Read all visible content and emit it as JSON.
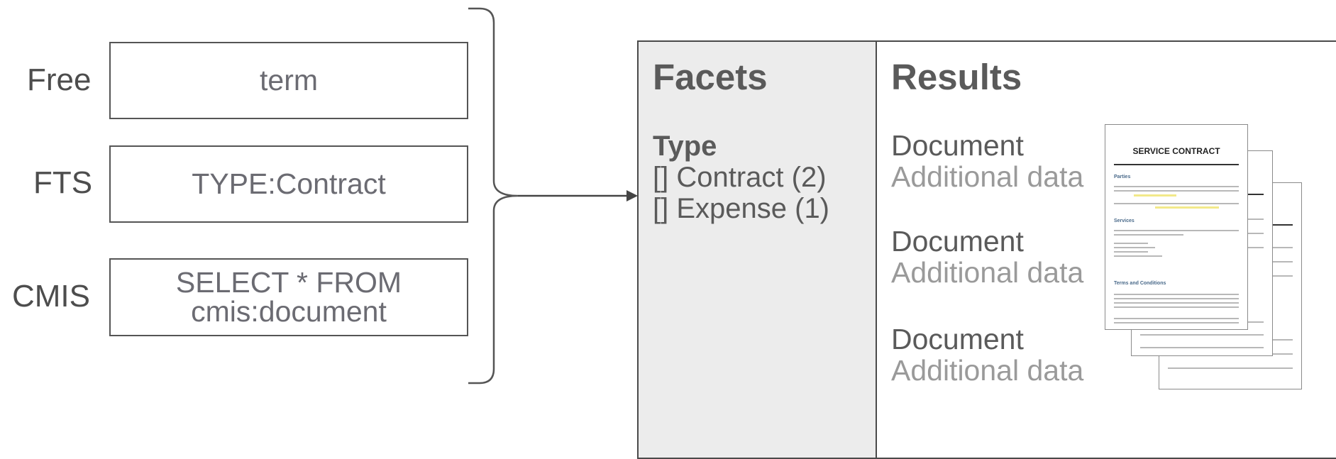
{
  "queries": [
    {
      "label": "Free",
      "lines": [
        "term"
      ]
    },
    {
      "label": "FTS",
      "lines": [
        "TYPE:Contract"
      ]
    },
    {
      "label": "CMIS",
      "lines": [
        "SELECT * FROM",
        "cmis:document"
      ]
    }
  ],
  "facets": {
    "title": "Facets",
    "group_title": "Type",
    "options": [
      "[] Contract (2)",
      "[] Expense (1)"
    ]
  },
  "results": {
    "title": "Results",
    "items": [
      {
        "title": "Document",
        "subtitle": "Additional data"
      },
      {
        "title": "Document",
        "subtitle": "Additional data"
      },
      {
        "title": "Document",
        "subtitle": "Additional data"
      }
    ]
  },
  "document_preview": {
    "heading": "SERVICE CONTRACT",
    "sections": [
      "Parties",
      "Services",
      "Terms and Conditions"
    ]
  },
  "colors": {
    "facets_bg": "#ececec",
    "border": "#4a4a4a",
    "subtle_text": "#9a9a9a",
    "highlight": "#f2e98a"
  }
}
